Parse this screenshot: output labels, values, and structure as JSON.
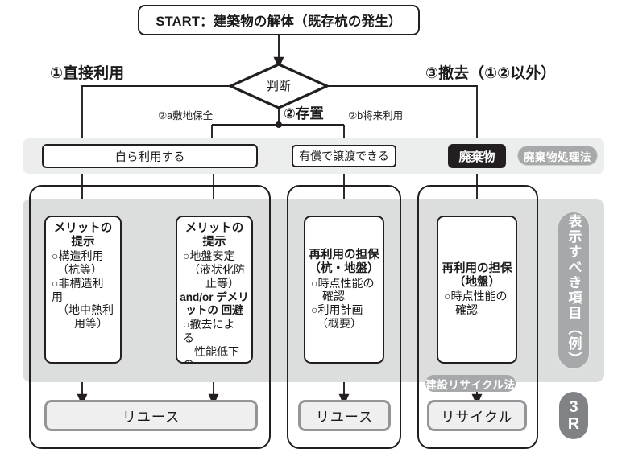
{
  "diagram": {
    "start": {
      "label": "START：建築物の解体（既存杭の発生）"
    },
    "decision": {
      "label": "判断"
    },
    "branch_labels": {
      "left": "①直接利用",
      "center": "②存置",
      "right": "③撤去（①②以外）",
      "center_a": "②a敷地保全",
      "center_b": "②b将来利用"
    },
    "status_row": [
      {
        "id": "self-use",
        "label": "自ら利用する",
        "style": "white"
      },
      {
        "id": "paid-transfer",
        "label": "有償で譲渡できる",
        "style": "white"
      },
      {
        "id": "waste",
        "label": "廃棄物",
        "style": "dark"
      }
    ],
    "law_tags": {
      "waste_law": "廃棄物処理法",
      "recycle_law": "建設リサイクル法"
    },
    "side_labels": {
      "display_items": "表示すべき項目（例）",
      "three_r": {
        "line1": "3",
        "line2": "R"
      }
    },
    "cards": [
      {
        "id": "merit-structural",
        "title": "メリットの\n提示",
        "body": "○構造利用\n　（杭等）\n○非構造利用\n　（地中熱利\n　　用等）",
        "mid": "",
        "body2": "",
        "align": "top"
      },
      {
        "id": "merit-ground",
        "title": "メリットの\n提示",
        "body": "○地盤安定\n　（液状化防\n　　止等）",
        "mid": "and/or\nデメリットの\n回避",
        "body2": "○撤去による\n　性能低下の\n　恐れ",
        "align": "top"
      },
      {
        "id": "reuse-guarantee-pile-ground",
        "title": "再利用の担保\n（杭・地盤）",
        "body": "○時点性能の\n　確認\n○利用計画\n　（概要）",
        "mid": "",
        "body2": "",
        "align": "center"
      },
      {
        "id": "reuse-guarantee-ground",
        "title": "再利用の担保\n（地盤）",
        "body": "○時点性能の\n　確認",
        "mid": "",
        "body2": "",
        "align": "center"
      }
    ],
    "results": [
      {
        "id": "reuse-left",
        "label": "リユース"
      },
      {
        "id": "reuse-center",
        "label": "リユース"
      },
      {
        "id": "recycle-right",
        "label": "リサイクル"
      }
    ],
    "colors": {
      "ink": "#231f20",
      "band_top": "#eceded",
      "band_main": "#dcdddd",
      "pill_gray": "#a6a8aa",
      "result_border": "#939598",
      "result_fill": "#efefef"
    }
  }
}
